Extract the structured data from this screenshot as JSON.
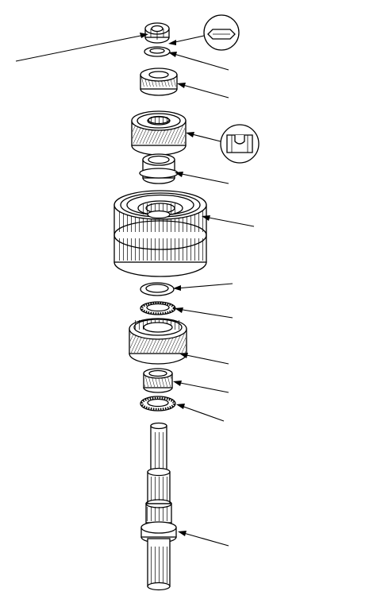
{
  "diagram": {
    "parts": [
      {
        "id": "locknut",
        "icon": "hex-nut-icon"
      },
      {
        "id": "washer",
        "icon": "washer-icon"
      },
      {
        "id": "upper-bearing",
        "icon": "tapered-bearing-icon"
      },
      {
        "id": "helical-gear",
        "icon": "gear-icon"
      },
      {
        "id": "gear-hub",
        "icon": "hub-icon"
      },
      {
        "id": "clutch-assembly",
        "icon": "clutch-drum-icon"
      },
      {
        "id": "thrust-washer",
        "icon": "washer-icon"
      },
      {
        "id": "thrust-bearing",
        "icon": "needle-bearing-icon"
      },
      {
        "id": "lower-gear",
        "icon": "gear-icon"
      },
      {
        "id": "needle-bearing",
        "icon": "needle-bearing-icon"
      },
      {
        "id": "lower-thrust-bearing",
        "icon": "needle-bearing-icon"
      },
      {
        "id": "mainshaft",
        "icon": "shaft-icon"
      }
    ],
    "callouts": [
      {
        "id": "detail-stake",
        "icon": "stake-detail-icon"
      },
      {
        "id": "detail-notch",
        "icon": "notch-detail-icon"
      }
    ]
  }
}
